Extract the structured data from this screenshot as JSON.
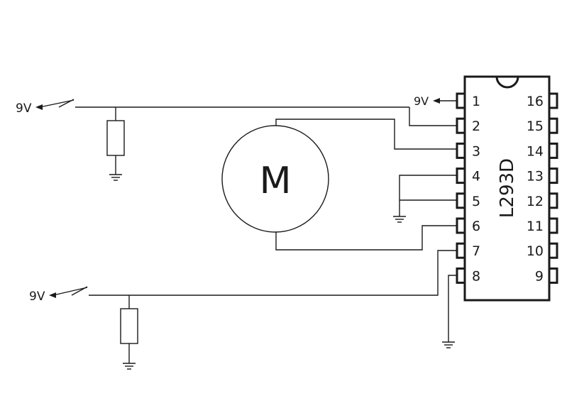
{
  "labels": {
    "supply_top": "9V",
    "supply_ic": "9V",
    "supply_bottom": "9V",
    "motor": "M",
    "chip": "L293D"
  },
  "pins": {
    "left": [
      "1",
      "2",
      "3",
      "4",
      "5",
      "6",
      "7",
      "8"
    ],
    "right": [
      "16",
      "15",
      "14",
      "13",
      "12",
      "11",
      "10",
      "9"
    ]
  }
}
